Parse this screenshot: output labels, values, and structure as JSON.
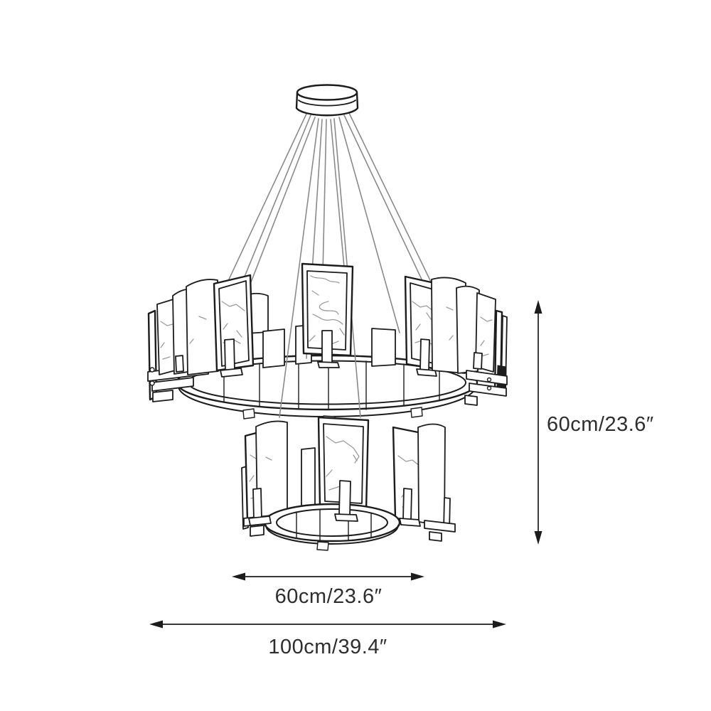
{
  "diagram": {
    "name": "Two-tier chandelier dimension drawing",
    "colors": {
      "line": "#1c1c1c",
      "vein": "#9b9b9b",
      "cable": "#8a8a8a",
      "text": "#2e2e2e",
      "bg": "#ffffff"
    }
  },
  "dimensions": {
    "height_label": "60cm/23.6″",
    "lower_diameter_label": "60cm/23.6″",
    "overall_diameter_label": "100cm/39.4″"
  }
}
